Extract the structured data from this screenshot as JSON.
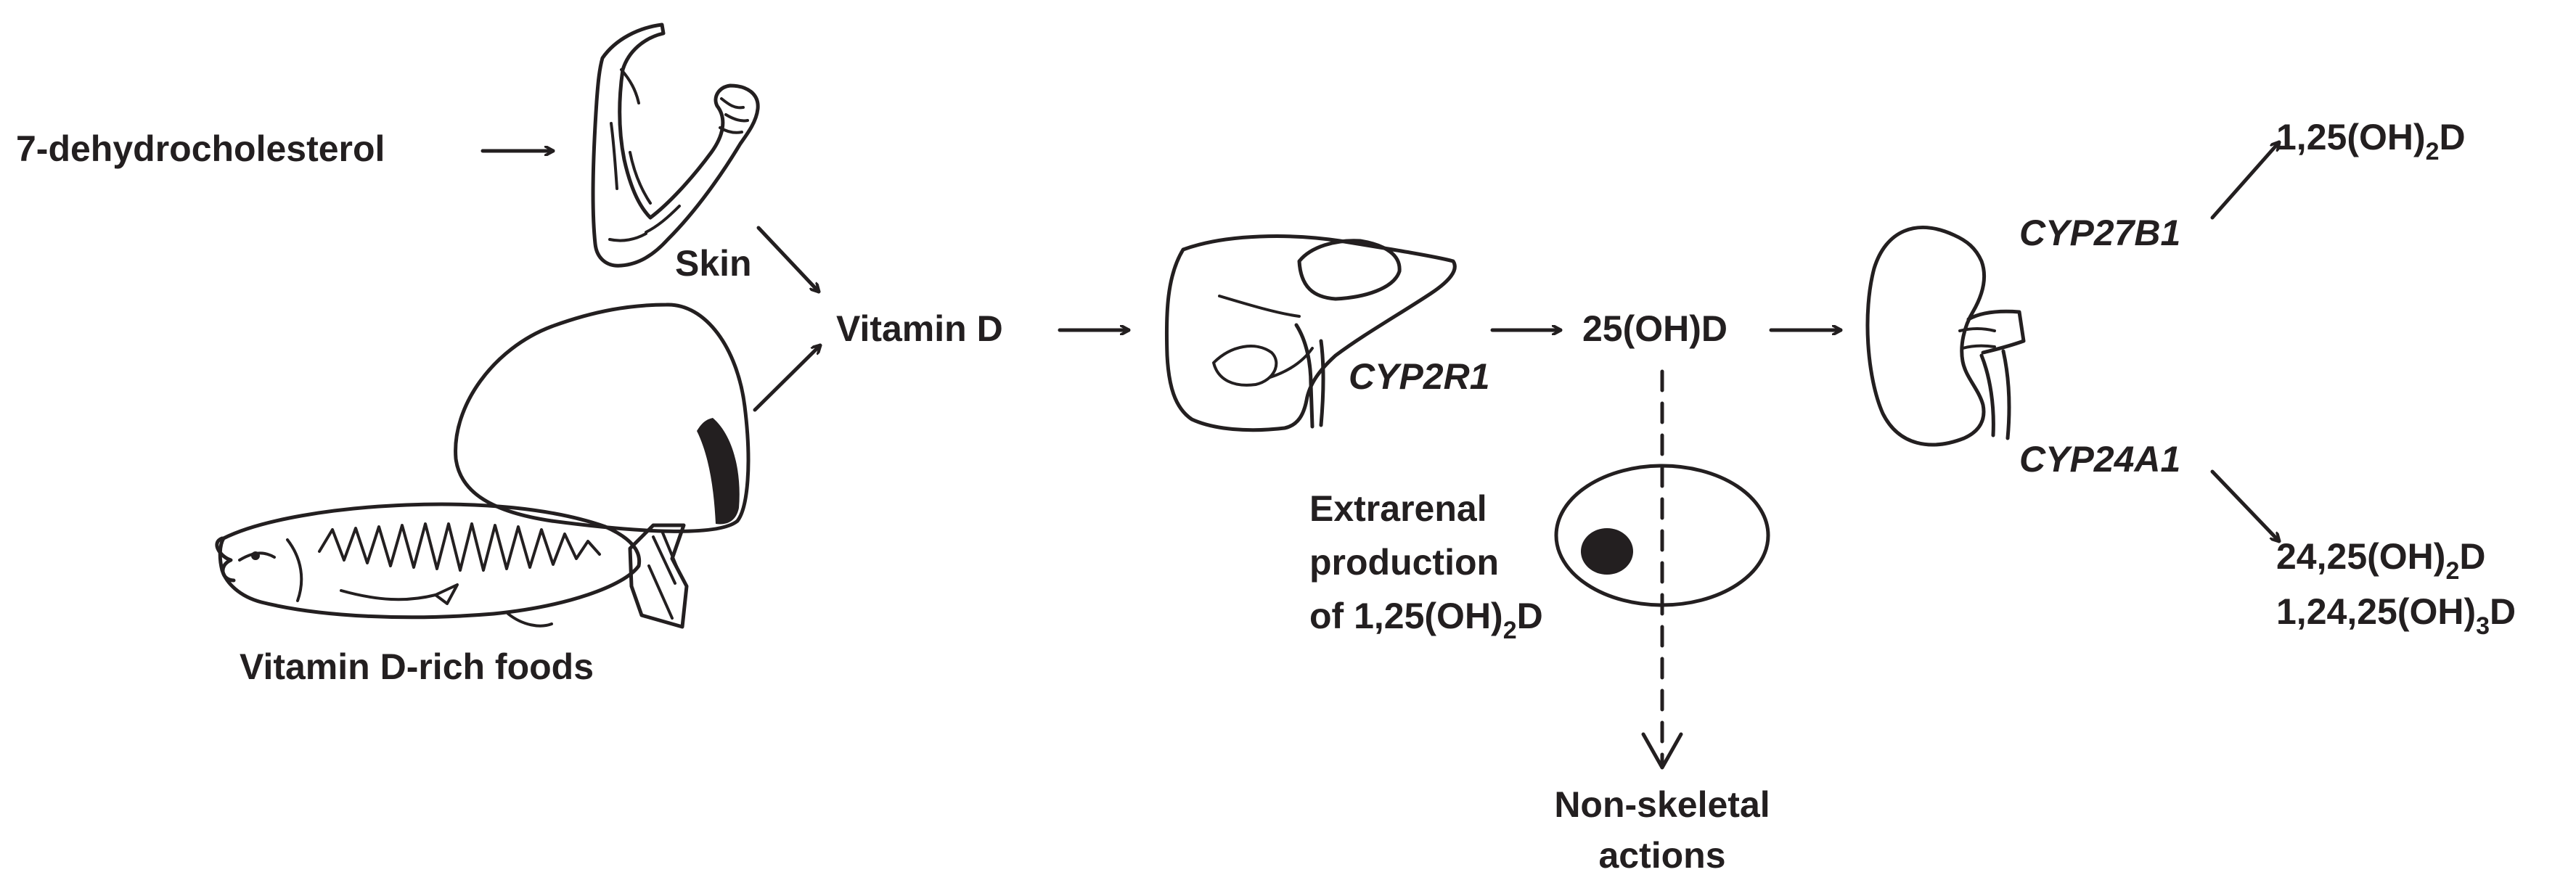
{
  "labels": {
    "precursor": "7-dehydrocholesterol",
    "skin": "Skin",
    "foods": "Vitamin D-rich foods",
    "vitamin_d": "Vitamin D",
    "liver_enzyme": "CYP2R1",
    "calcidiol": "25(OH)D",
    "kidney_enzyme_top": "CYP27B1",
    "kidney_enzyme_bottom": "CYP24A1",
    "product_top": {
      "pre": "1,25(OH)",
      "sub": "2",
      "post": "D"
    },
    "product_bottom_1": {
      "pre": "24,25(OH)",
      "sub": "2",
      "post": "D"
    },
    "product_bottom_2": {
      "pre": "1,24,25(OH)",
      "sub": "3",
      "post": "D"
    },
    "extrarenal_line1": "Extrarenal",
    "extrarenal_line2": "production",
    "extrarenal_line3": {
      "pre": "of 1,25(OH)",
      "sub": "2",
      "post": "D"
    },
    "nonskeletal_line1": "Non-skeletal",
    "nonskeletal_line2": "actions"
  },
  "icons": {
    "arm": "flexed-arm-icon",
    "fish": "salmon-icon",
    "egg": "egg-icon",
    "liver": "liver-icon",
    "kidney": "kidney-icon",
    "cell": "cell-icon"
  },
  "colors": {
    "ink": "#231f20",
    "background": "#ffffff"
  }
}
